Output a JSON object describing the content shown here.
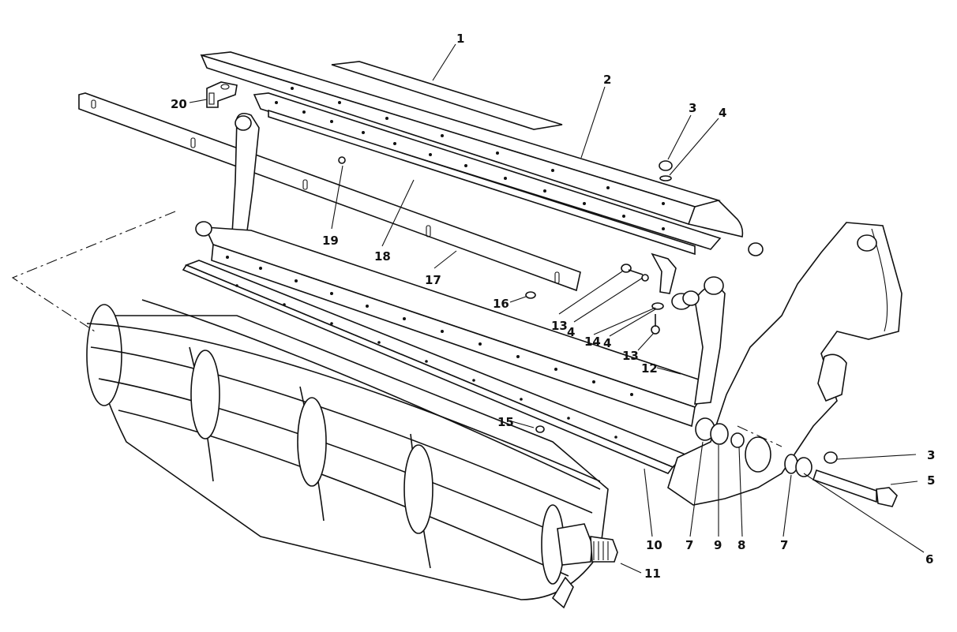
{
  "callouts": {
    "c1": "1",
    "c2": "2",
    "c3a": "3",
    "c4a": "4",
    "c20": "20",
    "c19": "19",
    "c18": "18",
    "c17": "17",
    "c16": "16",
    "c13a": "13",
    "c4b": "4",
    "c14": "14",
    "c4c": "4",
    "c13b": "13",
    "c12": "12",
    "c15": "15",
    "c3b": "3",
    "c5": "5",
    "c6": "6",
    "c7a": "7",
    "c9": "9",
    "c8": "8",
    "c7b": "7",
    "c10": "10",
    "c11": "11"
  }
}
